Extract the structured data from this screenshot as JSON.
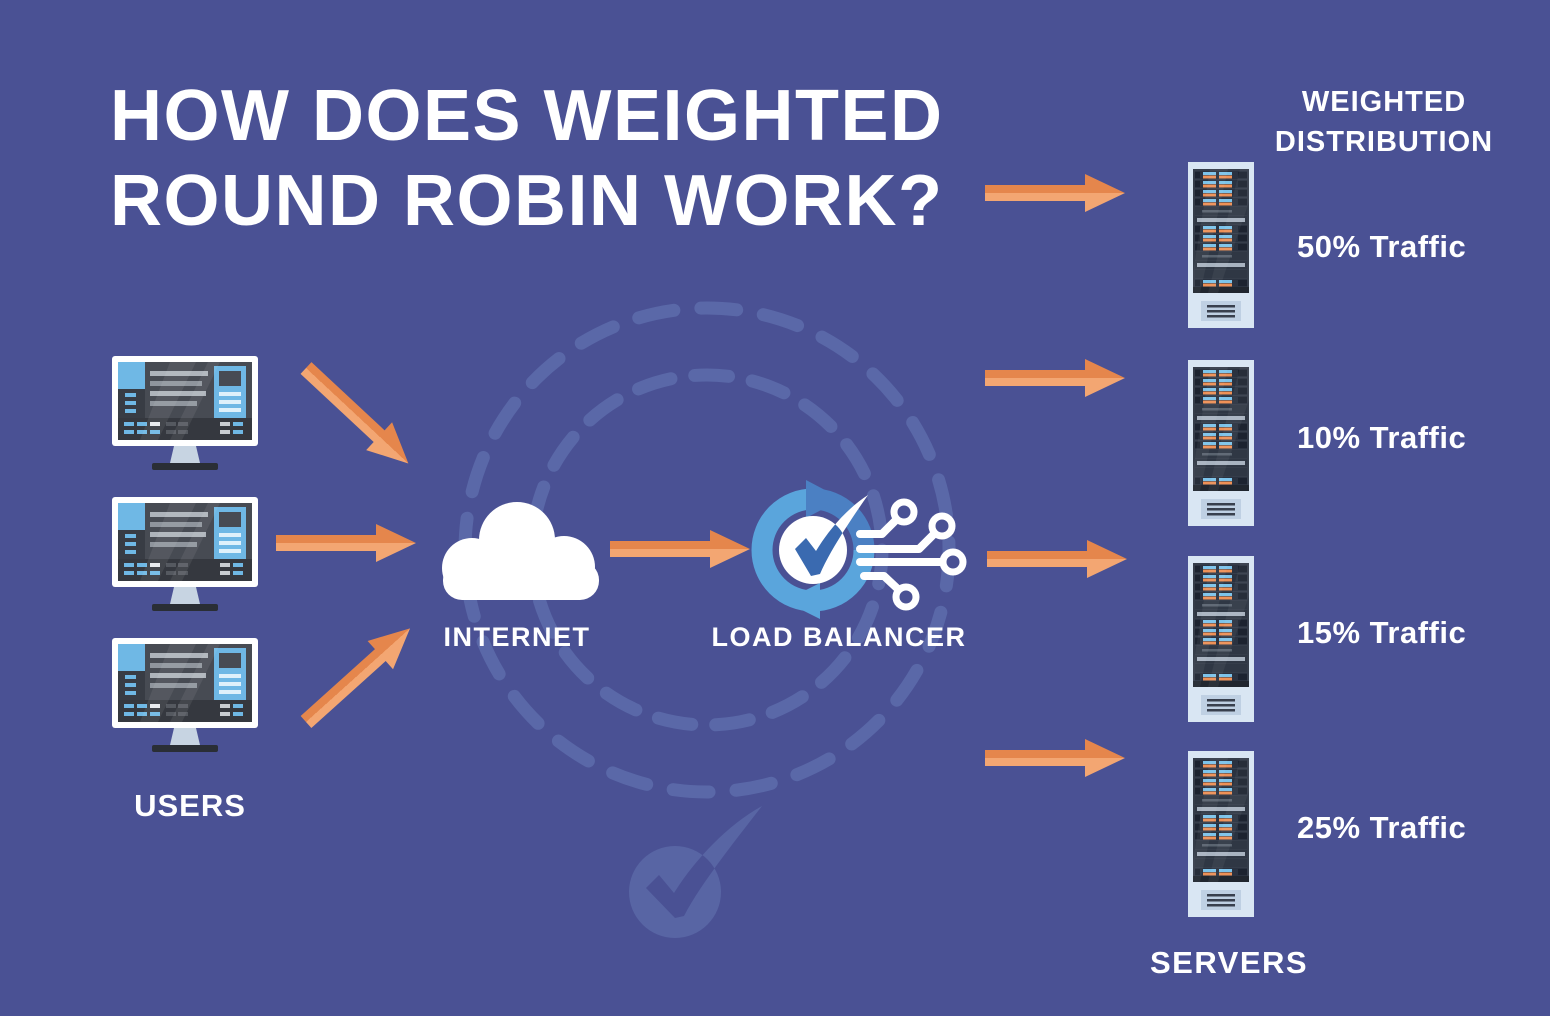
{
  "title": {
    "line1": "HOW DOES WEIGHTED",
    "line2": "ROUND ROBIN WORK?"
  },
  "users": {
    "label": "USERS",
    "count": 3,
    "icon": "desktop-monitor-icon"
  },
  "internet": {
    "label": "INTERNET",
    "icon": "cloud-icon"
  },
  "load_balancer": {
    "label": "LOAD BALANCER",
    "icon": "sync-check-circuit-icon"
  },
  "weighted_distribution": {
    "heading_line1": "WEIGHTED",
    "heading_line2": "DISTRIBUTION"
  },
  "servers": {
    "label": "SERVERS",
    "icon": "server-rack-icon",
    "items": [
      {
        "traffic": "50% Traffic"
      },
      {
        "traffic": "10% Traffic"
      },
      {
        "traffic": "15% Traffic"
      },
      {
        "traffic": "25% Traffic"
      }
    ]
  },
  "colors": {
    "background": "#4A5194",
    "arrow_orange_dark": "#E5864C",
    "arrow_orange_light": "#F3A672",
    "accent_light_blue": "#5AA5DC",
    "accent_medium_blue": "#4B80C3",
    "check_blue": "#3A6AB0",
    "rack_frame_light": "#D9E6F3",
    "dashed_circle": "#5A68A8",
    "watermark": "#5865A4",
    "text": "#FFFFFF"
  }
}
